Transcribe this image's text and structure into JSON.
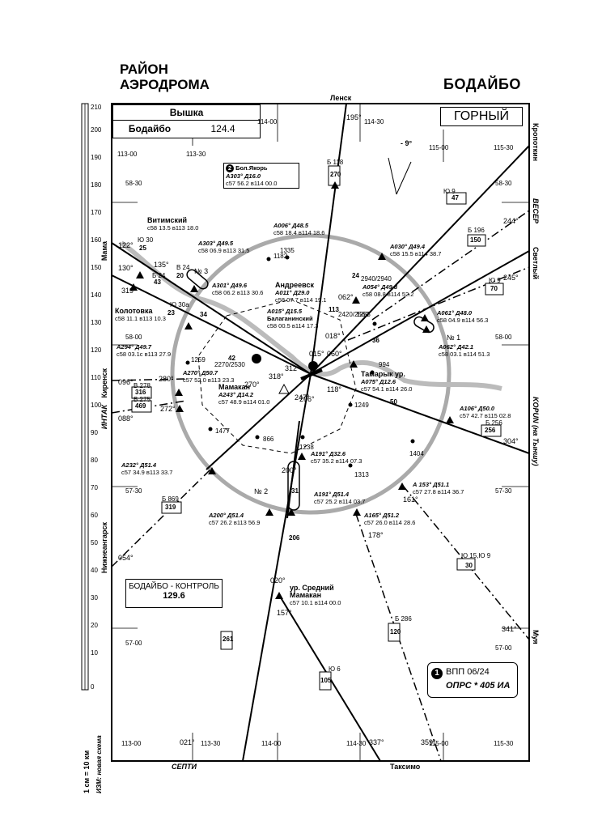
{
  "header": {
    "area_line1": "РАЙОН",
    "area_line2": "АЭРОДРОМА",
    "airport": "БОДАЙБО",
    "category": "ГОРНЫЙ"
  },
  "tower": {
    "title": "Вышка",
    "name": "Бодайбо",
    "freq": "124.4"
  },
  "control": {
    "name": "БОДАЙБО - КОНТРОЛЬ",
    "freq": "129.6"
  },
  "note": {
    "num": "1",
    "runway": "ВПП 06/24",
    "beacon": "ОПРС * 405 ИА"
  },
  "scale": {
    "ticks": [
      "210",
      "200",
      "190",
      "180",
      "170",
      "160",
      "150",
      "140",
      "130",
      "120",
      "110",
      "100",
      "90",
      "80",
      "70",
      "60",
      "50",
      "40",
      "30",
      "20",
      "10",
      "0"
    ],
    "caption": "1 см = 10 км",
    "izm": "ИЗМ: новая схема"
  },
  "grid_lon_top": [
    "113-00",
    "113-30",
    "114-00",
    "114-30",
    "115-00",
    "115-30"
  ],
  "grid_lon_bottom": [
    "113-00",
    "113-30",
    "114-00",
    "114-30",
    "115-00",
    "115-30"
  ],
  "grid_lat_left": [
    "58-30",
    "58-00",
    "57-30",
    "57-00"
  ],
  "grid_lat_right": [
    "58-30",
    "58-00",
    "57-30",
    "57-00"
  ],
  "edge_labels": {
    "top": "Ленск",
    "bottom_left": "СЕПТИ",
    "bottom_right": "Таксимо",
    "left": [
      "Мама",
      "Киренск",
      "ИНТАК",
      "Нижнеангарск"
    ],
    "right": [
      "Кропоткин",
      "ВЕСЕР",
      "Светлый",
      "KOPUN (на Тыншу)",
      "Муя"
    ]
  },
  "magvar": "- 9°",
  "points": [
    {
      "name": "Бол.Якорь",
      "num": "2",
      "bearing": "А303° Д16.0",
      "coord": "с57 56.2 в114 00.0"
    },
    {
      "name": "Витимский",
      "coord": "с58 13.5 в113 18.0"
    },
    {
      "name": "",
      "bearing": "А303° Д49.5",
      "coord": "с58 06.9 в113 31.5"
    },
    {
      "name": "",
      "bearing": "А006° Д48.5",
      "coord": "с58 18.4 в114 18.6"
    },
    {
      "name": "",
      "bearing": "А030° Д49.4",
      "coord": "с58 15.5 в114 38.7"
    },
    {
      "name": "Андреевск",
      "bearing": "А011° Д29.0",
      "coord": "с58 07.7 в114 19.1"
    },
    {
      "name": "",
      "bearing": "А301° Д49.6",
      "coord": "с58 06.2 в113 30.6"
    },
    {
      "name": "",
      "bearing": "А054° Д49.8",
      "coord": "с58 08.8 в114 52.2"
    },
    {
      "name": "Колотовка",
      "coord": "с58 11.1 в113 10.3"
    },
    {
      "name": "Балаганинский",
      "bearing": "А015° Д15.5",
      "coord": "с58 00.5 в114 17.3"
    },
    {
      "name": "",
      "bearing": "А061° Д48.0",
      "coord": "с58 04.9 в114 56.3"
    },
    {
      "name": "",
      "bearing": "А294° Д49.7",
      "coord": "с58 03.1с в113 27.9"
    },
    {
      "name": "",
      "bearing": "А062° Д42.1",
      "coord": "с58 03.1 в114 51.3"
    },
    {
      "name": "",
      "bearing": "А270° Д50.7",
      "coord": "с57 52.0 в113 23.3"
    },
    {
      "name": "Тамарык ур.",
      "bearing": "А075° Д12.6",
      "coord": "с57 54.1 в114 26.0"
    },
    {
      "name": "Мамакан",
      "bearing": "А243° Д14.2",
      "coord": "с57 48.9 в114 01.0"
    },
    {
      "name": "",
      "bearing": "А106° Д50.0",
      "coord": "с57 42.7 в115 02.8"
    },
    {
      "name": "",
      "bearing": "А232° Д51.4",
      "coord": "с57 34.9 в113 33.7"
    },
    {
      "name": "",
      "bearing": "А191° Д32.6",
      "coord": "с57 35.2 в114 07.3"
    },
    {
      "name": "",
      "bearing": "А 153° Д51.1",
      "coord": "с57 27.8 в114 36.7"
    },
    {
      "name": "",
      "bearing": "А191° Д51.4",
      "coord": "с57 25.2 в114 03.7"
    },
    {
      "name": "",
      "bearing": "А200° Д51.4",
      "coord": "с57 26.2 в113 56.9"
    },
    {
      "name": "",
      "bearing": "А165° Д51.2",
      "coord": "с57 26.0 в114 28.6"
    },
    {
      "name": "ур. Средний Мамакан",
      "coord": "с57 10.1 в114 00.0"
    }
  ],
  "elevations": [
    "1182",
    "1335",
    "1253",
    "994",
    "1259",
    "1249",
    "1477",
    "866",
    "1238",
    "1404",
    "1313"
  ],
  "airways": [
    "Ю 9",
    "Б 118",
    "В 278",
    "В 275",
    "Б 869",
    "Б 256",
    "Б 24",
    "Ю 30",
    "В 24",
    "Ю 30а",
    "Б 196",
    "Ю 9",
    "Ю 15,Ю 9",
    "Б 286",
    "Ю 6"
  ],
  "airway_widths": [
    "270",
    "47",
    "150",
    "70",
    "316",
    "469",
    "256",
    "319",
    "25",
    "43",
    "20",
    "23",
    "42",
    "36",
    "24",
    "50",
    "30",
    "261",
    "105",
    "120",
    "206",
    "31",
    "34",
    "113"
  ],
  "courses": [
    "195°",
    "015°",
    "018°",
    "060°",
    "062°",
    "118°",
    "206°",
    "200°",
    "020°",
    "157°",
    "178°",
    "161°",
    "244°",
    "245°",
    "304°",
    "318°",
    "312°",
    "270°",
    "280°",
    "272°",
    "096°",
    "088°",
    "135°",
    "130°",
    "122°",
    "319°",
    "247°",
    "054°",
    "021°",
    "337°",
    "359°",
    "341°",
    "2420/2560",
    "2940/2940",
    "2270/2530"
  ],
  "labels_misc": [
    "№ 1",
    "№ 2",
    "№ 3"
  ]
}
